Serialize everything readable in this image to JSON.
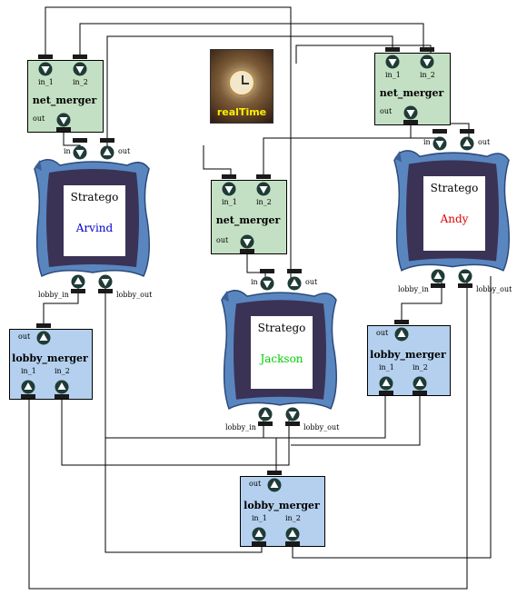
{
  "net_mergers": [
    {
      "title": "net_merger",
      "in_1": "in_1",
      "in_2": "in_2",
      "out": "out"
    },
    {
      "title": "net_merger",
      "in_1": "in_1",
      "in_2": "in_2",
      "out": "out"
    },
    {
      "title": "net_merger",
      "in_1": "in_1",
      "in_2": "in_2",
      "out": "out"
    }
  ],
  "lobby_mergers": [
    {
      "title": "lobby_merger",
      "in_1": "in_1",
      "in_2": "in_2",
      "out": "out"
    },
    {
      "title": "lobby_merger",
      "in_1": "in_1",
      "in_2": "in_2",
      "out": "out"
    },
    {
      "title": "lobby_merger",
      "in_1": "in_1",
      "in_2": "in_2",
      "out": "out"
    }
  ],
  "devices": [
    {
      "game": "Stratego",
      "player": "Arvind",
      "player_color": "#0000cc",
      "in": "in",
      "out": "out",
      "lobby_in": "lobby_in",
      "lobby_out": "lobby_out"
    },
    {
      "game": "Stratego",
      "player": "Jackson",
      "player_color": "#00cc00",
      "in": "in",
      "out": "out",
      "lobby_in": "lobby_in",
      "lobby_out": "lobby_out"
    },
    {
      "game": "Stratego",
      "player": "Andy",
      "player_color": "#dd0000",
      "in": "in",
      "out": "out",
      "lobby_in": "lobby_in",
      "lobby_out": "lobby_out"
    }
  ],
  "realtime": {
    "label": "realTime",
    "icon": "clock-icon"
  },
  "colors": {
    "net_box": "#c4e0c4",
    "lobby_box": "#b4d0ee",
    "device_body": "#5a86c0",
    "device_frame": "#3a3356",
    "port": "#1f3b36"
  }
}
